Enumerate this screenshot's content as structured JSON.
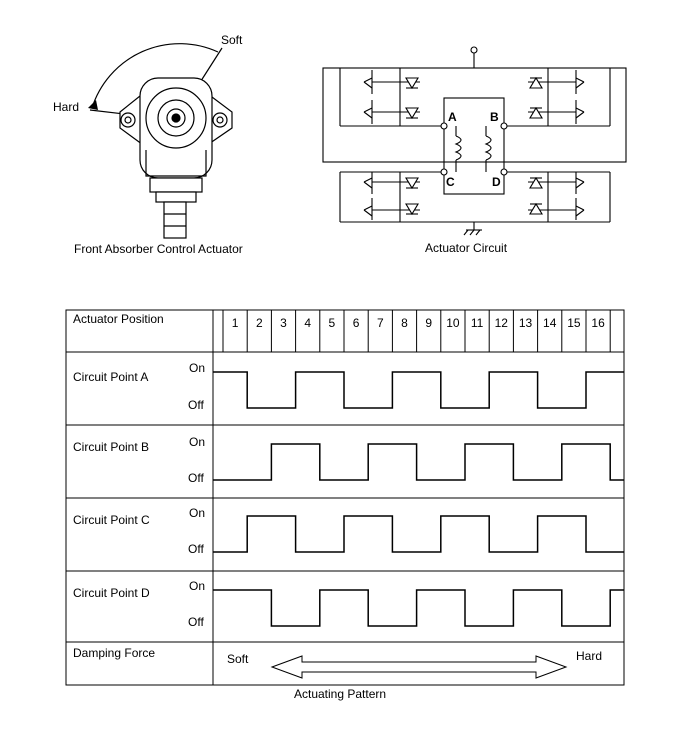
{
  "actuator": {
    "soft_label": "Soft",
    "hard_label": "Hard",
    "caption": "Front Absorber Control Actuator"
  },
  "circuit": {
    "caption": "Actuator Circuit",
    "point_labels": [
      "A",
      "B",
      "C",
      "D"
    ]
  },
  "table": {
    "position_header": "Actuator Position",
    "positions": [
      "1",
      "2",
      "3",
      "4",
      "5",
      "6",
      "7",
      "8",
      "9",
      "10",
      "11",
      "12",
      "13",
      "14",
      "15",
      "16"
    ],
    "on_label": "On",
    "off_label": "Off",
    "rows": [
      {
        "label": "Circuit Point A",
        "states": [
          1,
          0,
          0,
          1,
          1,
          0,
          0,
          1,
          1,
          0,
          0,
          1,
          1,
          0,
          0,
          1
        ]
      },
      {
        "label": "Circuit Point B",
        "states": [
          0,
          0,
          1,
          1,
          0,
          0,
          1,
          1,
          0,
          0,
          1,
          1,
          0,
          0,
          1,
          1
        ]
      },
      {
        "label": "Circuit Point C",
        "states": [
          0,
          1,
          1,
          0,
          0,
          1,
          1,
          0,
          0,
          1,
          1,
          0,
          0,
          1,
          1,
          0
        ]
      },
      {
        "label": "Circuit Point D",
        "states": [
          1,
          1,
          0,
          0,
          1,
          1,
          0,
          0,
          1,
          1,
          0,
          0,
          1,
          1,
          0,
          0
        ]
      }
    ],
    "damping_label": "Damping Force",
    "soft_label": "Soft",
    "hard_label": "Hard",
    "caption": "Actuating Pattern"
  }
}
